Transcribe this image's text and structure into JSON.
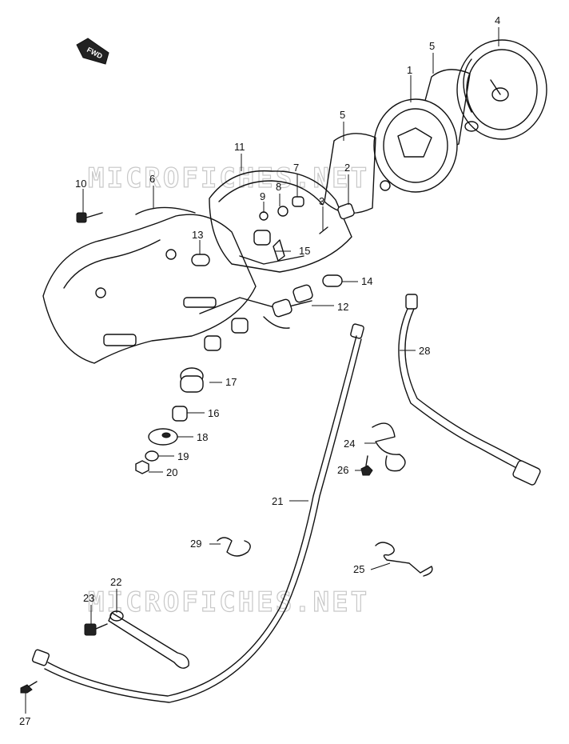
{
  "watermark": {
    "top": "MICROFICHES.NET",
    "bottom": "MICROFICHES.NET"
  },
  "direction_badge": {
    "label": "FWD"
  },
  "callouts": {
    "c1": "1",
    "c2": "2",
    "c3": "3",
    "c4": "4",
    "c5a": "5",
    "c5b": "5",
    "c6": "6",
    "c7": "7",
    "c8": "8",
    "c9": "9",
    "c10": "10",
    "c11": "11",
    "c12": "12",
    "c13": "13",
    "c14": "14",
    "c15": "15",
    "c16": "16",
    "c17": "17",
    "c18": "18",
    "c19": "19",
    "c20": "20",
    "c21": "21",
    "c22": "22",
    "c23": "23",
    "c24": "24",
    "c25": "25",
    "c26": "26",
    "c27": "27",
    "c28": "28",
    "c29": "29"
  }
}
